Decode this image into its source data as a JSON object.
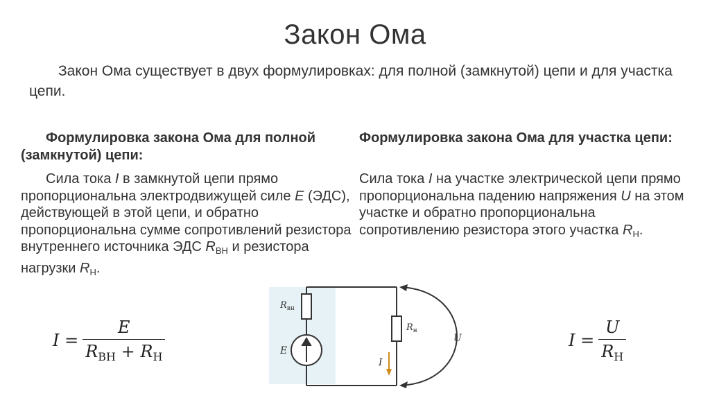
{
  "title": "Закон Ома",
  "intro": "Закон Ома существует в двух формулировках: для полной (замкнутой) цепи и для участка цепи.",
  "left": {
    "heading": "Формулировка закона Ома для полной (замкнутой) цепи:",
    "text": {
      "part1": "Сила тока ",
      "var_I": "I",
      "part2": " в замкнутой цепи прямо пропорциональна электродвижущей силе ",
      "var_E": "E",
      "part3": " (ЭДС), действующей в этой цепи, и обратно пропорциональна сумме сопротивлений резистора внутреннего источника ЭДС ",
      "var_R": "R",
      "sub_vn": "ВН",
      "part4": " и резистора нагрузки ",
      "var_R2": "R",
      "sub_n": "Н",
      "part5": "."
    }
  },
  "right": {
    "heading": "Формулировка закона Ома для участка цепи:",
    "text": {
      "part1": "Сила тока ",
      "var_I": "I",
      "part2": " на участке электрической цепи прямо пропорциональна падению напряжения ",
      "var_U": "U",
      "part3": " на этом участке и обратно пропорциональна сопротивлению резистора этого участка ",
      "var_R": "R",
      "sub_n": "Н",
      "part4": "."
    }
  },
  "formula_left": {
    "lhs": "I =",
    "num": "E",
    "den_R1": "R",
    "den_sub1": "ВН",
    "den_plus": " + ",
    "den_R2": "R",
    "den_sub2": "Н"
  },
  "formula_right": {
    "lhs": "I =",
    "num": "U",
    "den_R": "R",
    "den_sub": "Н"
  },
  "circuit": {
    "label_rvn": "R",
    "label_rvn_sub": "вн",
    "label_e": "E",
    "label_rn": "R",
    "label_rn_sub": "н",
    "label_i": "I",
    "label_u": "U",
    "colors": {
      "source_bg": "#e6f2f6",
      "wire": "#333333",
      "arrow": "#d08a1a"
    }
  }
}
